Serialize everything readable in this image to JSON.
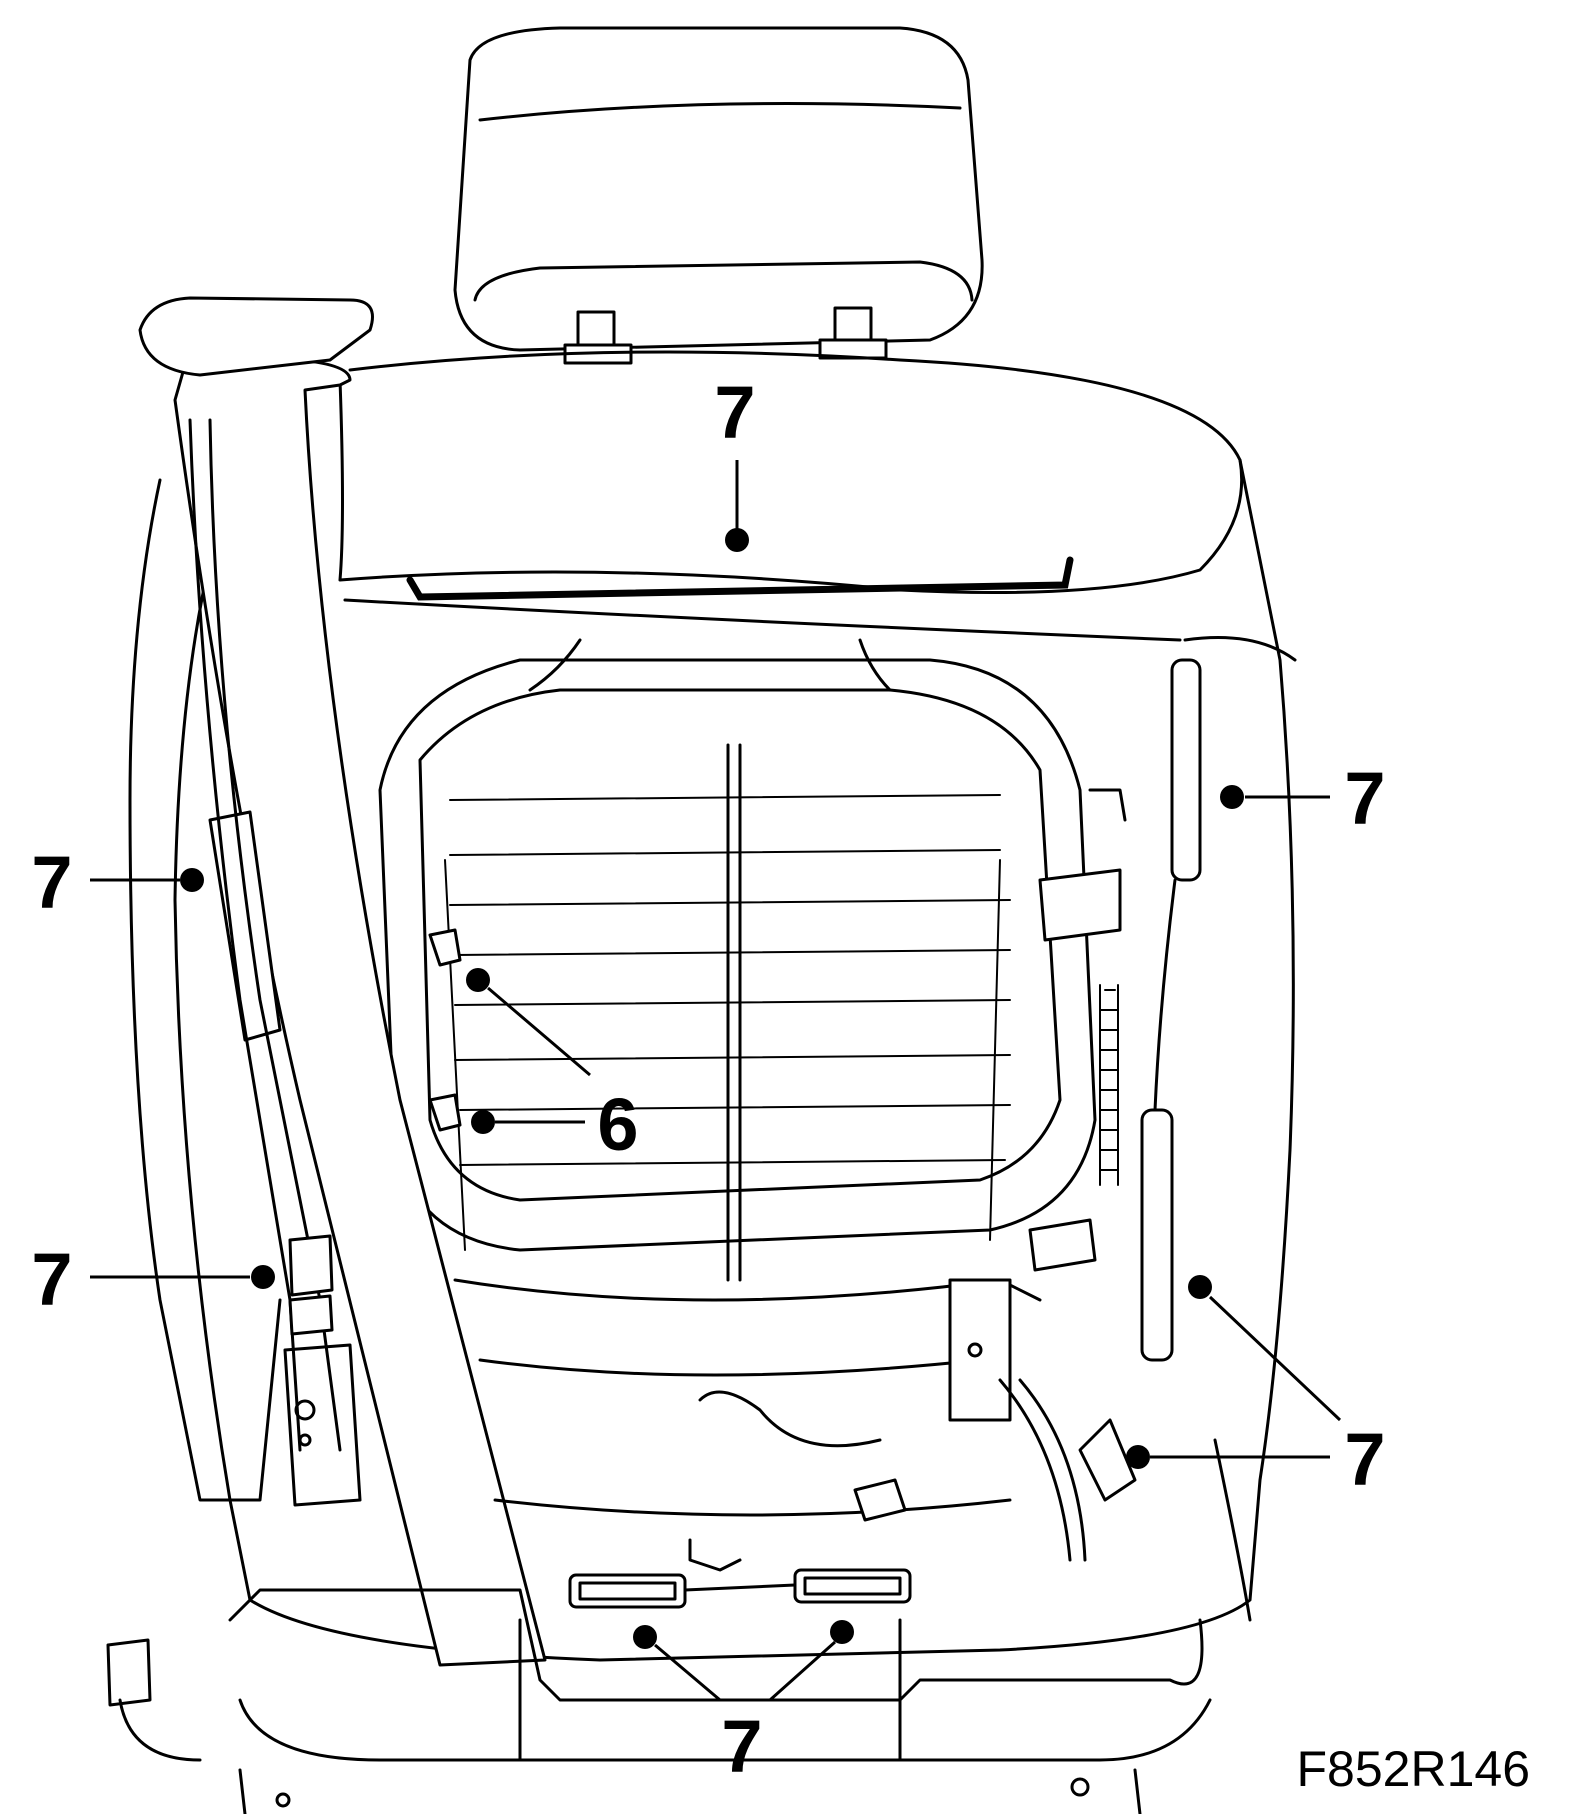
{
  "callouts": {
    "top": "7",
    "right_upper": "7",
    "left_upper": "7",
    "left_lower": "7",
    "center": "6",
    "right_lower": "7",
    "bottom": "7"
  },
  "figure_ref": "F852R146",
  "colors": {
    "line": "#000000",
    "background": "#ffffff"
  }
}
